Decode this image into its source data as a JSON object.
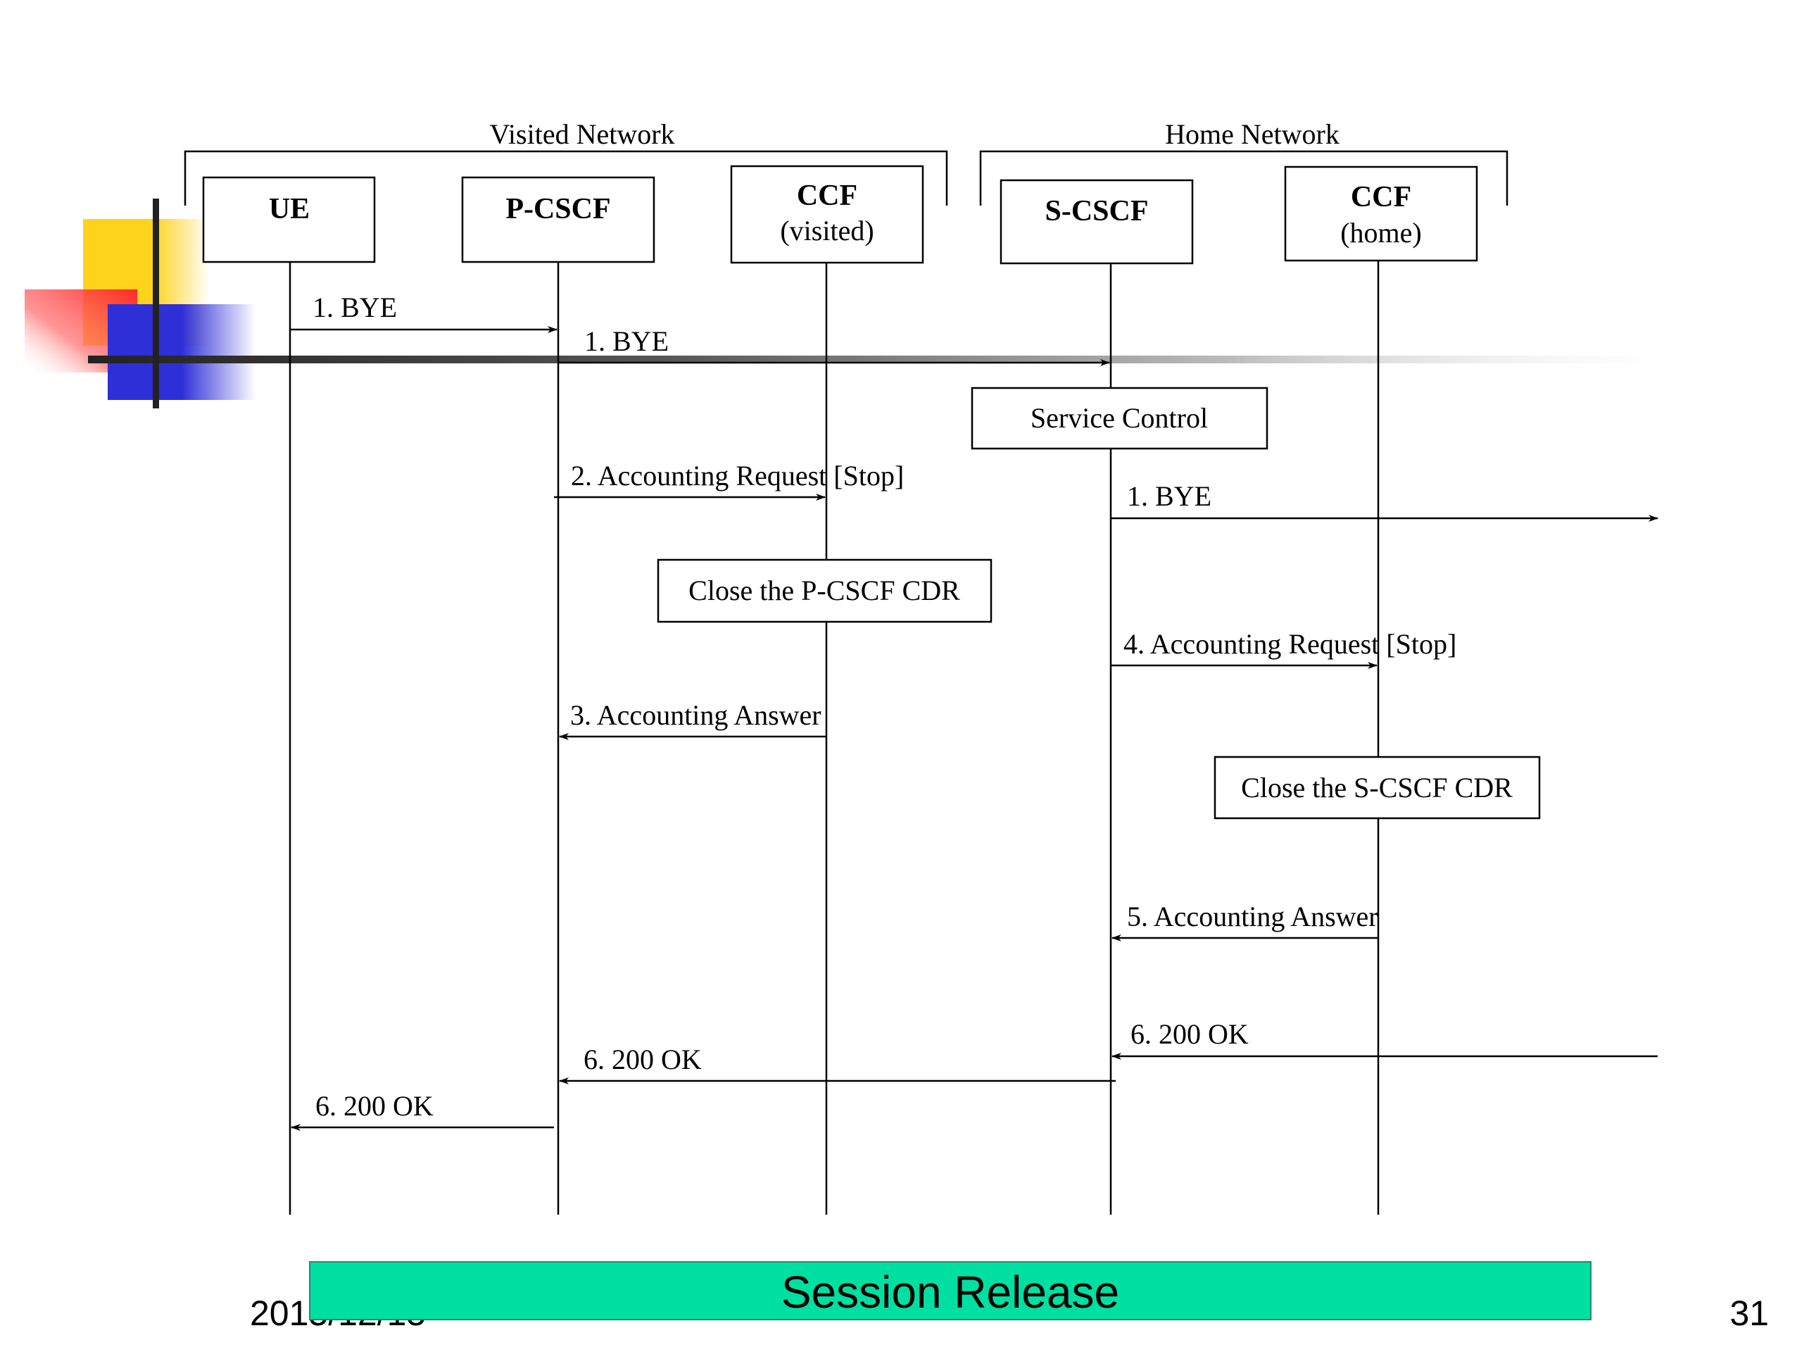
{
  "networks": {
    "visited": "Visited Network",
    "home": "Home Network"
  },
  "entities": [
    {
      "line1": "UE",
      "line2": ""
    },
    {
      "line1": "P-CSCF",
      "line2": ""
    },
    {
      "line1": "CCF",
      "line2": "(visited)"
    },
    {
      "line1": "S-CSCF",
      "line2": ""
    },
    {
      "line1": "CCF",
      "line2": "(home)"
    }
  ],
  "messages": [
    "1. BYE",
    "1. BYE",
    "2. Accounting Request [Stop]",
    "1. BYE",
    "4. Accounting Request [Stop]",
    "3. Accounting Answer",
    "5. Accounting Answer",
    "6. 200 OK",
    "6. 200 OK",
    "6. 200 OK"
  ],
  "process_boxes": [
    "Service Control",
    "Close the P-CSCF CDR",
    "Close the S-CSCF CDR"
  ],
  "footer": {
    "date": "2015/12/15",
    "title": "Session Release",
    "page": "31"
  },
  "colors": {
    "title_bar": "#00DFA2",
    "deco_yellow": "#FFD21C",
    "deco_red": "#FF3A3A",
    "deco_blue": "#2F2FD8"
  }
}
